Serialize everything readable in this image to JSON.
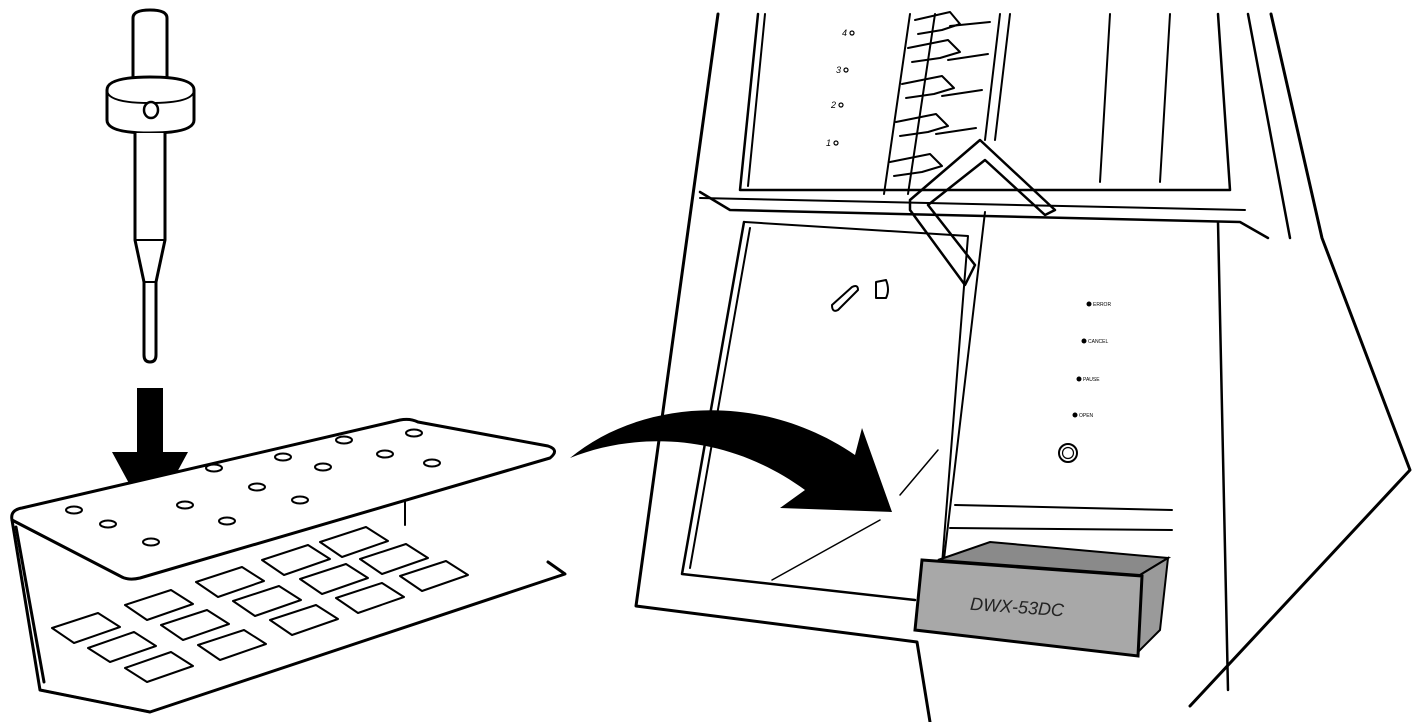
{
  "machine": {
    "model_label": "DWX-53DC",
    "slot_numbers": [
      "4",
      "3",
      "2",
      "1"
    ],
    "buttons": [
      "ERROR",
      "CANCEL",
      "PAUSE",
      "OPEN"
    ]
  },
  "colors": {
    "line": "#000000",
    "background": "#ffffff",
    "adapter_gray": "#a8a8a8",
    "adapter_top": "#8a8a8a"
  }
}
